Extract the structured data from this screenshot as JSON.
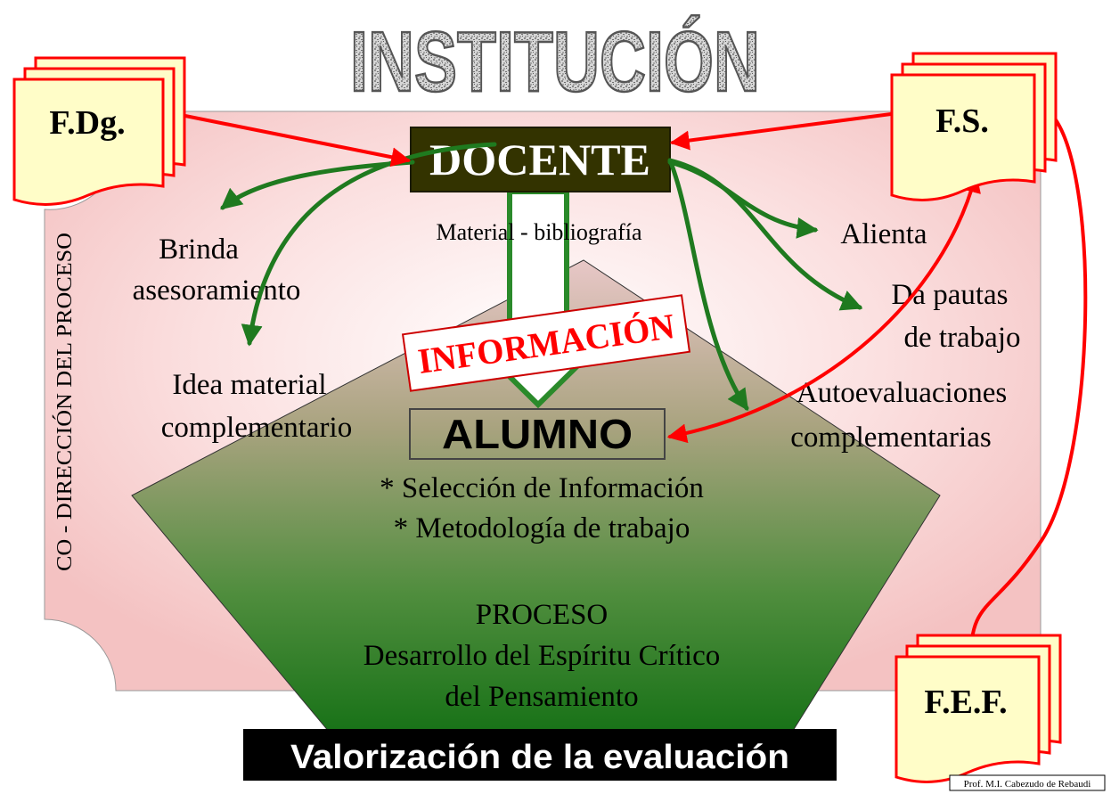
{
  "title": "INSTITUCIÓN",
  "center": {
    "docente": "DOCENTE",
    "material": "Material - bibliografía",
    "informacion": "INFORMACIÓN",
    "alumno": "ALUMNO",
    "alumno_items": [
      "* Selección de Información",
      "* Metodología de trabajo"
    ],
    "proceso": [
      "PROCESO",
      "Desarrollo del Espíritu Crítico",
      "del Pensamiento"
    ],
    "valorizacion": "Valorización de la evaluación"
  },
  "documents": {
    "left": "F.Dg.",
    "right_top": "F.S.",
    "right_bottom": "F.E.F."
  },
  "side_label": "CO - DIRECCIÓN DEL PROCESO",
  "left_actions": {
    "brinda": [
      "Brinda",
      "asesoramiento"
    ],
    "idea": [
      "Idea material",
      "complementario"
    ]
  },
  "right_actions": {
    "alienta": "Alienta",
    "pautas": [
      "Da pautas",
      "de trabajo"
    ],
    "auto": [
      "Autoevaluaciones",
      "complementarias"
    ]
  },
  "credit": "Prof. M.I. Cabezudo de Rebaudi",
  "colors": {
    "panel_pink": "#f7c6c6",
    "docente_bg": "#333300",
    "arrow_red": "#ff0000",
    "arrow_green": "#1f7a1f",
    "doc_fill": "#fffdc8",
    "doc_border": "#ff0000",
    "funnel_bottom": "#1b7a1b",
    "valor_bg": "#000000"
  }
}
